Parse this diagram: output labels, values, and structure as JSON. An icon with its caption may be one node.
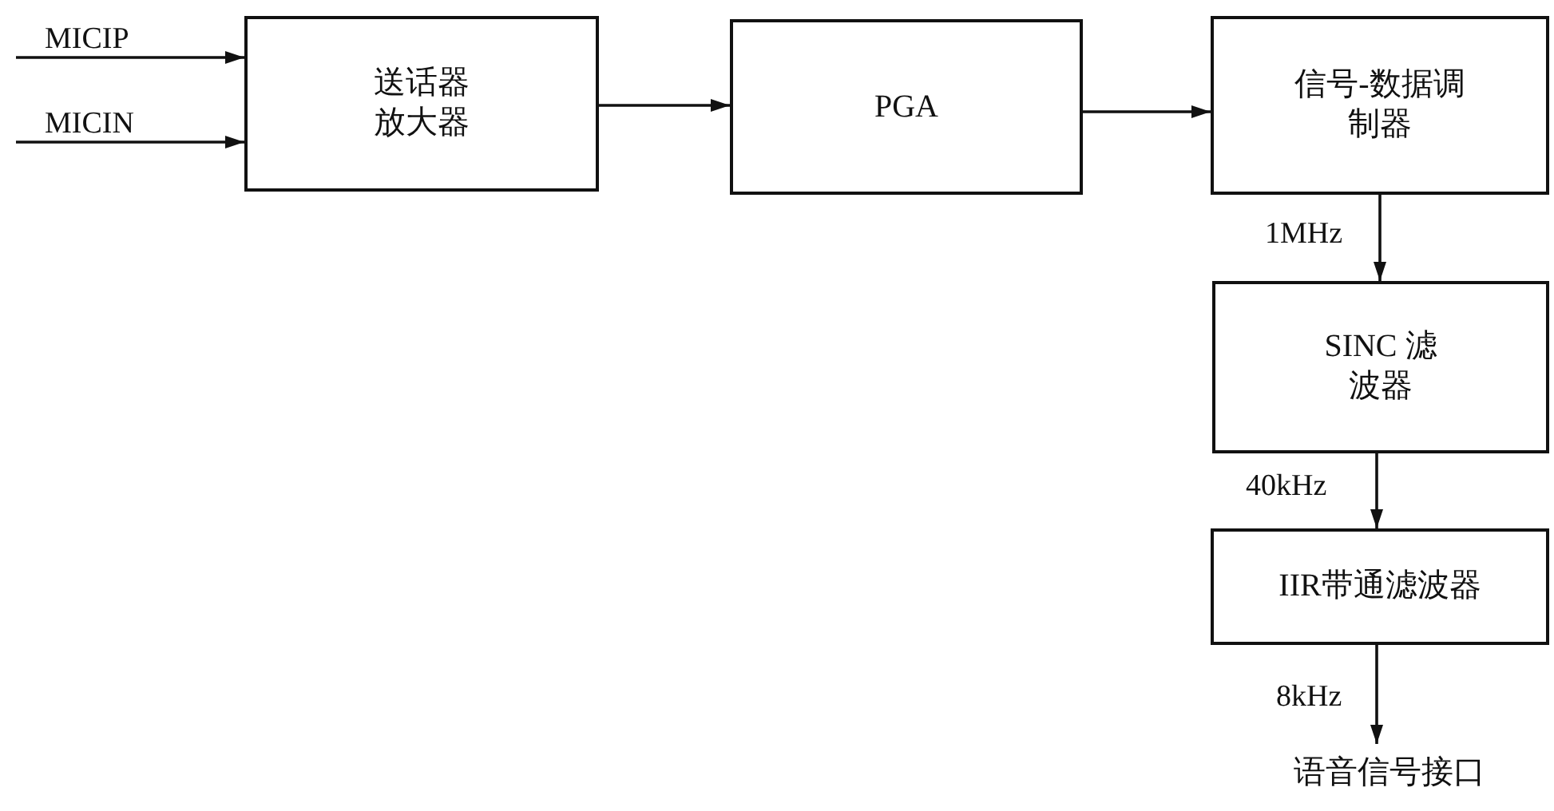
{
  "diagram": {
    "nodes": [
      {
        "text": [
          "送话器放大器"
        ]
      },
      {
        "text": [
          "PGA"
        ]
      },
      {
        "text": [
          "信号-数据调制器"
        ]
      },
      {
        "text": [
          "SINC 滤波器"
        ]
      },
      {
        "text": [
          "IIR带通滤波器"
        ]
      },
      {
        "text": [
          "语音信号接口"
        ]
      }
    ],
    "edges": [
      {
        "from": null,
        "to": 0,
        "arrow": "to",
        "label": "MICIP"
      },
      {
        "from": null,
        "to": 0,
        "arrow": "to",
        "label": "MICIN"
      },
      {
        "from": 0,
        "to": 1,
        "arrow": "to"
      },
      {
        "from": 1,
        "to": 2,
        "arrow": "to"
      },
      {
        "from": 2,
        "to": 3,
        "arrow": "to",
        "label": "1MHz"
      },
      {
        "from": 3,
        "to": 4,
        "arrow": "to",
        "label": "40kHz"
      },
      {
        "from": 4,
        "to": 5,
        "arrow": "to",
        "label": "8kHz"
      }
    ]
  }
}
